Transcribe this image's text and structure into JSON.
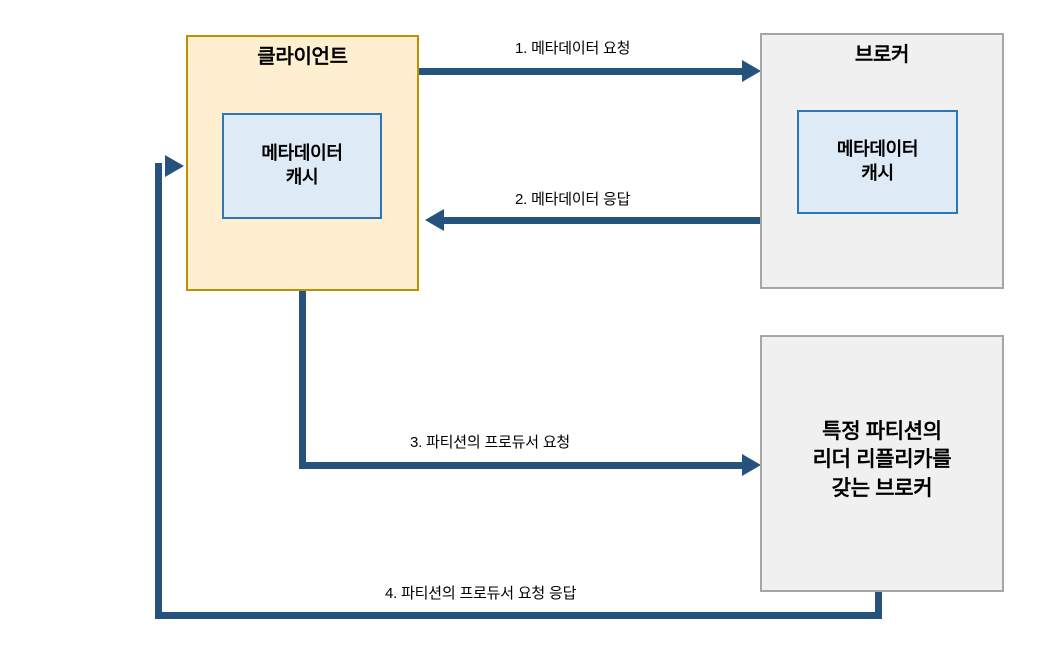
{
  "diagram": {
    "type": "sequence-flow-diagram",
    "language": "ko",
    "nodes": {
      "client": {
        "title": "클라이언트",
        "cache_label": "메타데이터\n캐시",
        "cache_label_line1": "메타데이터",
        "cache_label_line2": "캐시",
        "fill": "#fdefd0",
        "border": "#bf9000"
      },
      "broker": {
        "title": "브로커",
        "cache_label_line1": "메타데이터",
        "cache_label_line2": "캐시",
        "fill": "#f0f0f0",
        "border": "#a6a6a6"
      },
      "leader_broker": {
        "title_line1": "특정 파티션의",
        "title_line2": "리더 리플리카를",
        "title_line3": "갖는 브로커",
        "fill": "#f0f0f0",
        "border": "#a6a6a6"
      }
    },
    "edges": [
      {
        "id": 1,
        "label": "1. 메타데이터 요청",
        "from": "client",
        "to": "broker",
        "direction": "right"
      },
      {
        "id": 2,
        "label": "2. 메타데이터 응답",
        "from": "broker",
        "to": "client",
        "direction": "left"
      },
      {
        "id": 3,
        "label": "3. 파티션의 프로듀서 요청",
        "from": "client",
        "to": "leader_broker",
        "direction": "right"
      },
      {
        "id": 4,
        "label": "4. 파티션의 프로듀서 요청 응답",
        "from": "leader_broker",
        "to": "client",
        "direction": "left"
      }
    ],
    "connector_color": "#26537d"
  }
}
